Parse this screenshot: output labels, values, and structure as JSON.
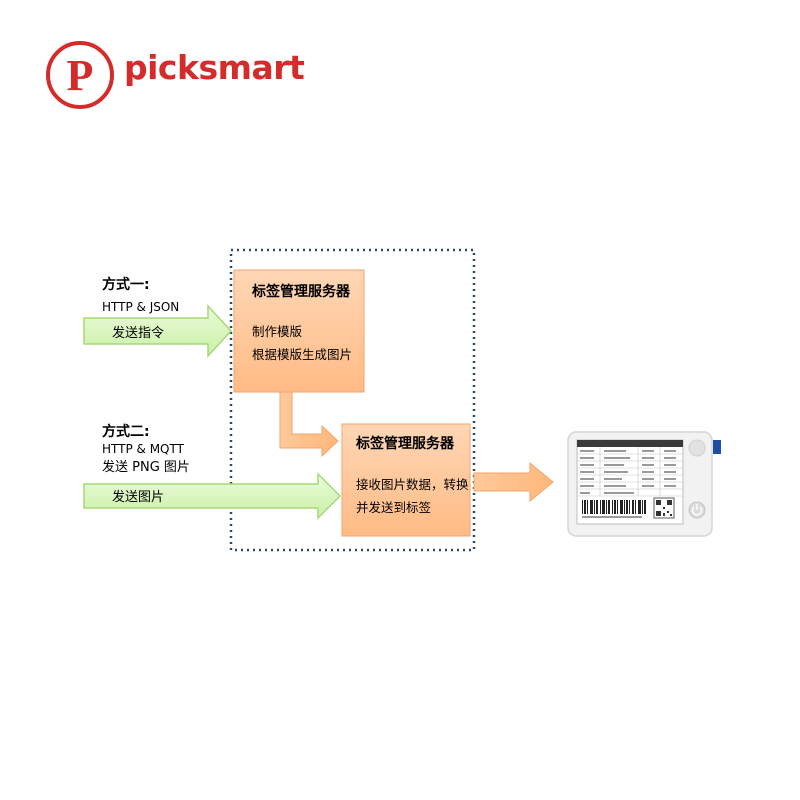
{
  "brand": {
    "name": "picksmart",
    "logo_letter": "P"
  },
  "method1": {
    "title": "方式一:",
    "protocol": "HTTP & JSON",
    "arrow_label": "发送指令"
  },
  "method2": {
    "title": "方式二:",
    "protocol": "HTTP & MQTT",
    "detail": "发送 PNG 图片",
    "arrow_label": "发送图片"
  },
  "box1": {
    "title": "标签管理服务器",
    "line1": "制作模版",
    "line2": "根据模版生成图片"
  },
  "box2": {
    "title": "标签管理服务器",
    "line1": "接收图片数据，转换",
    "line2": "并发送到标签"
  },
  "device": {
    "name": "electronic-shelf-label"
  },
  "colors": {
    "brand": "#d42b2b",
    "box_fill": "#ffc79a",
    "box_stroke": "#f3a56b",
    "green_fill": "#d5f5b8",
    "green_stroke": "#9ed46b",
    "dash": "#2c4b6c"
  }
}
